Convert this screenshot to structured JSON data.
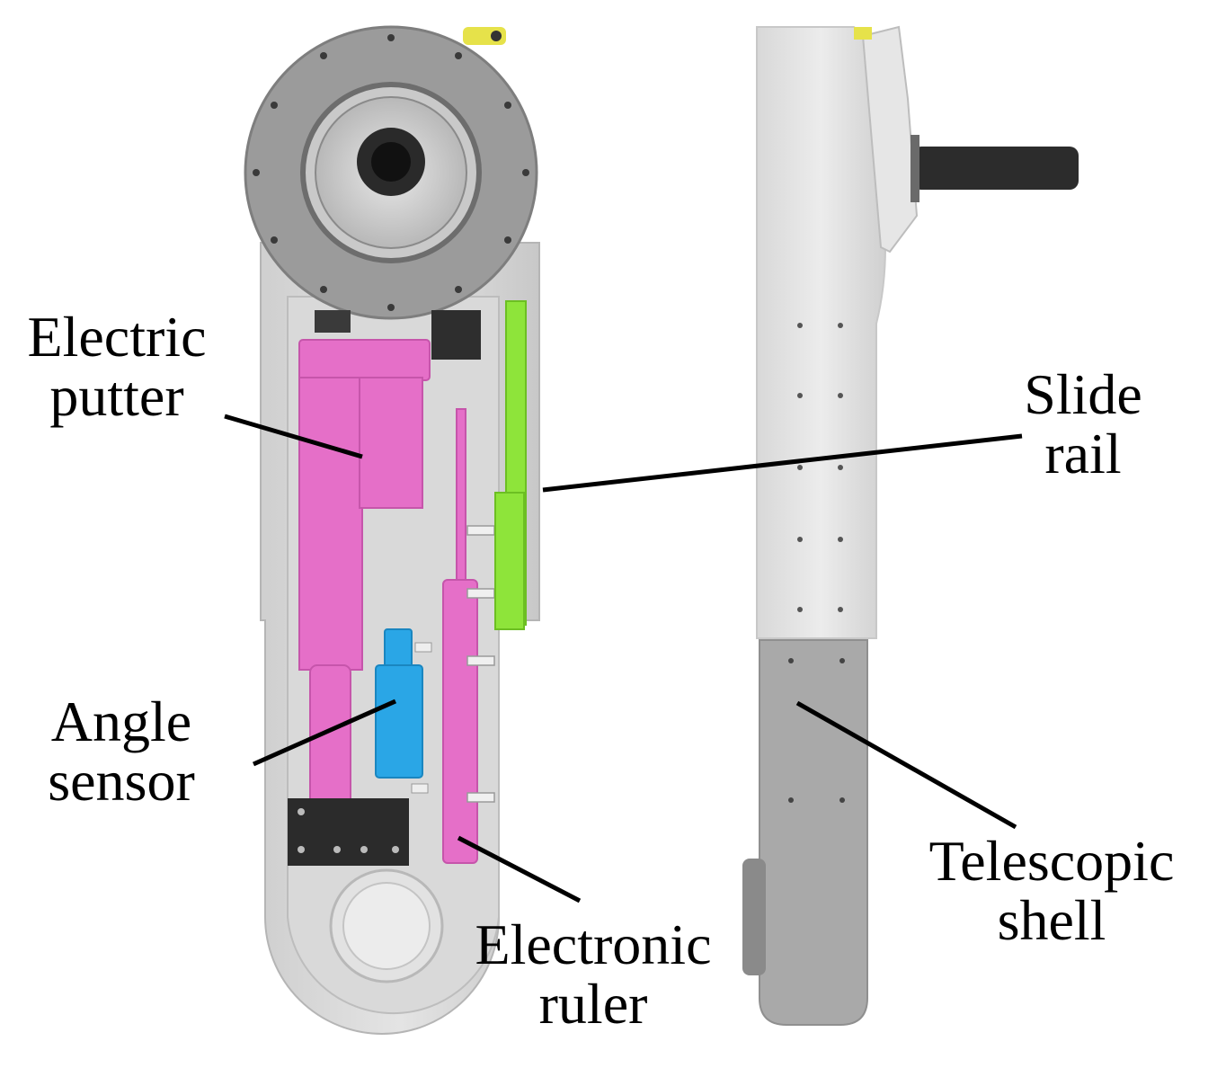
{
  "labels": {
    "electric_putter": {
      "line1": "Electric",
      "line2": "putter"
    },
    "slide_rail": {
      "line1": "Slide",
      "line2": "rail"
    },
    "angle_sensor": {
      "line1": "Angle",
      "line2": "sensor"
    },
    "electronic_ruler": {
      "line1": "Electronic",
      "line2": "ruler"
    },
    "telescopic_shell": {
      "line1": "Telescopic",
      "line2": "shell"
    }
  },
  "colors": {
    "electric_putter": "#e56fc8",
    "angle_sensor": "#2aa6e6",
    "slide_rail": "#8ee43a",
    "electronic_ruler": "#e56fc8",
    "housing": "#dcdcdc",
    "flange": "#9a9a9a",
    "telescopic_shell": "#a9a9a9"
  }
}
